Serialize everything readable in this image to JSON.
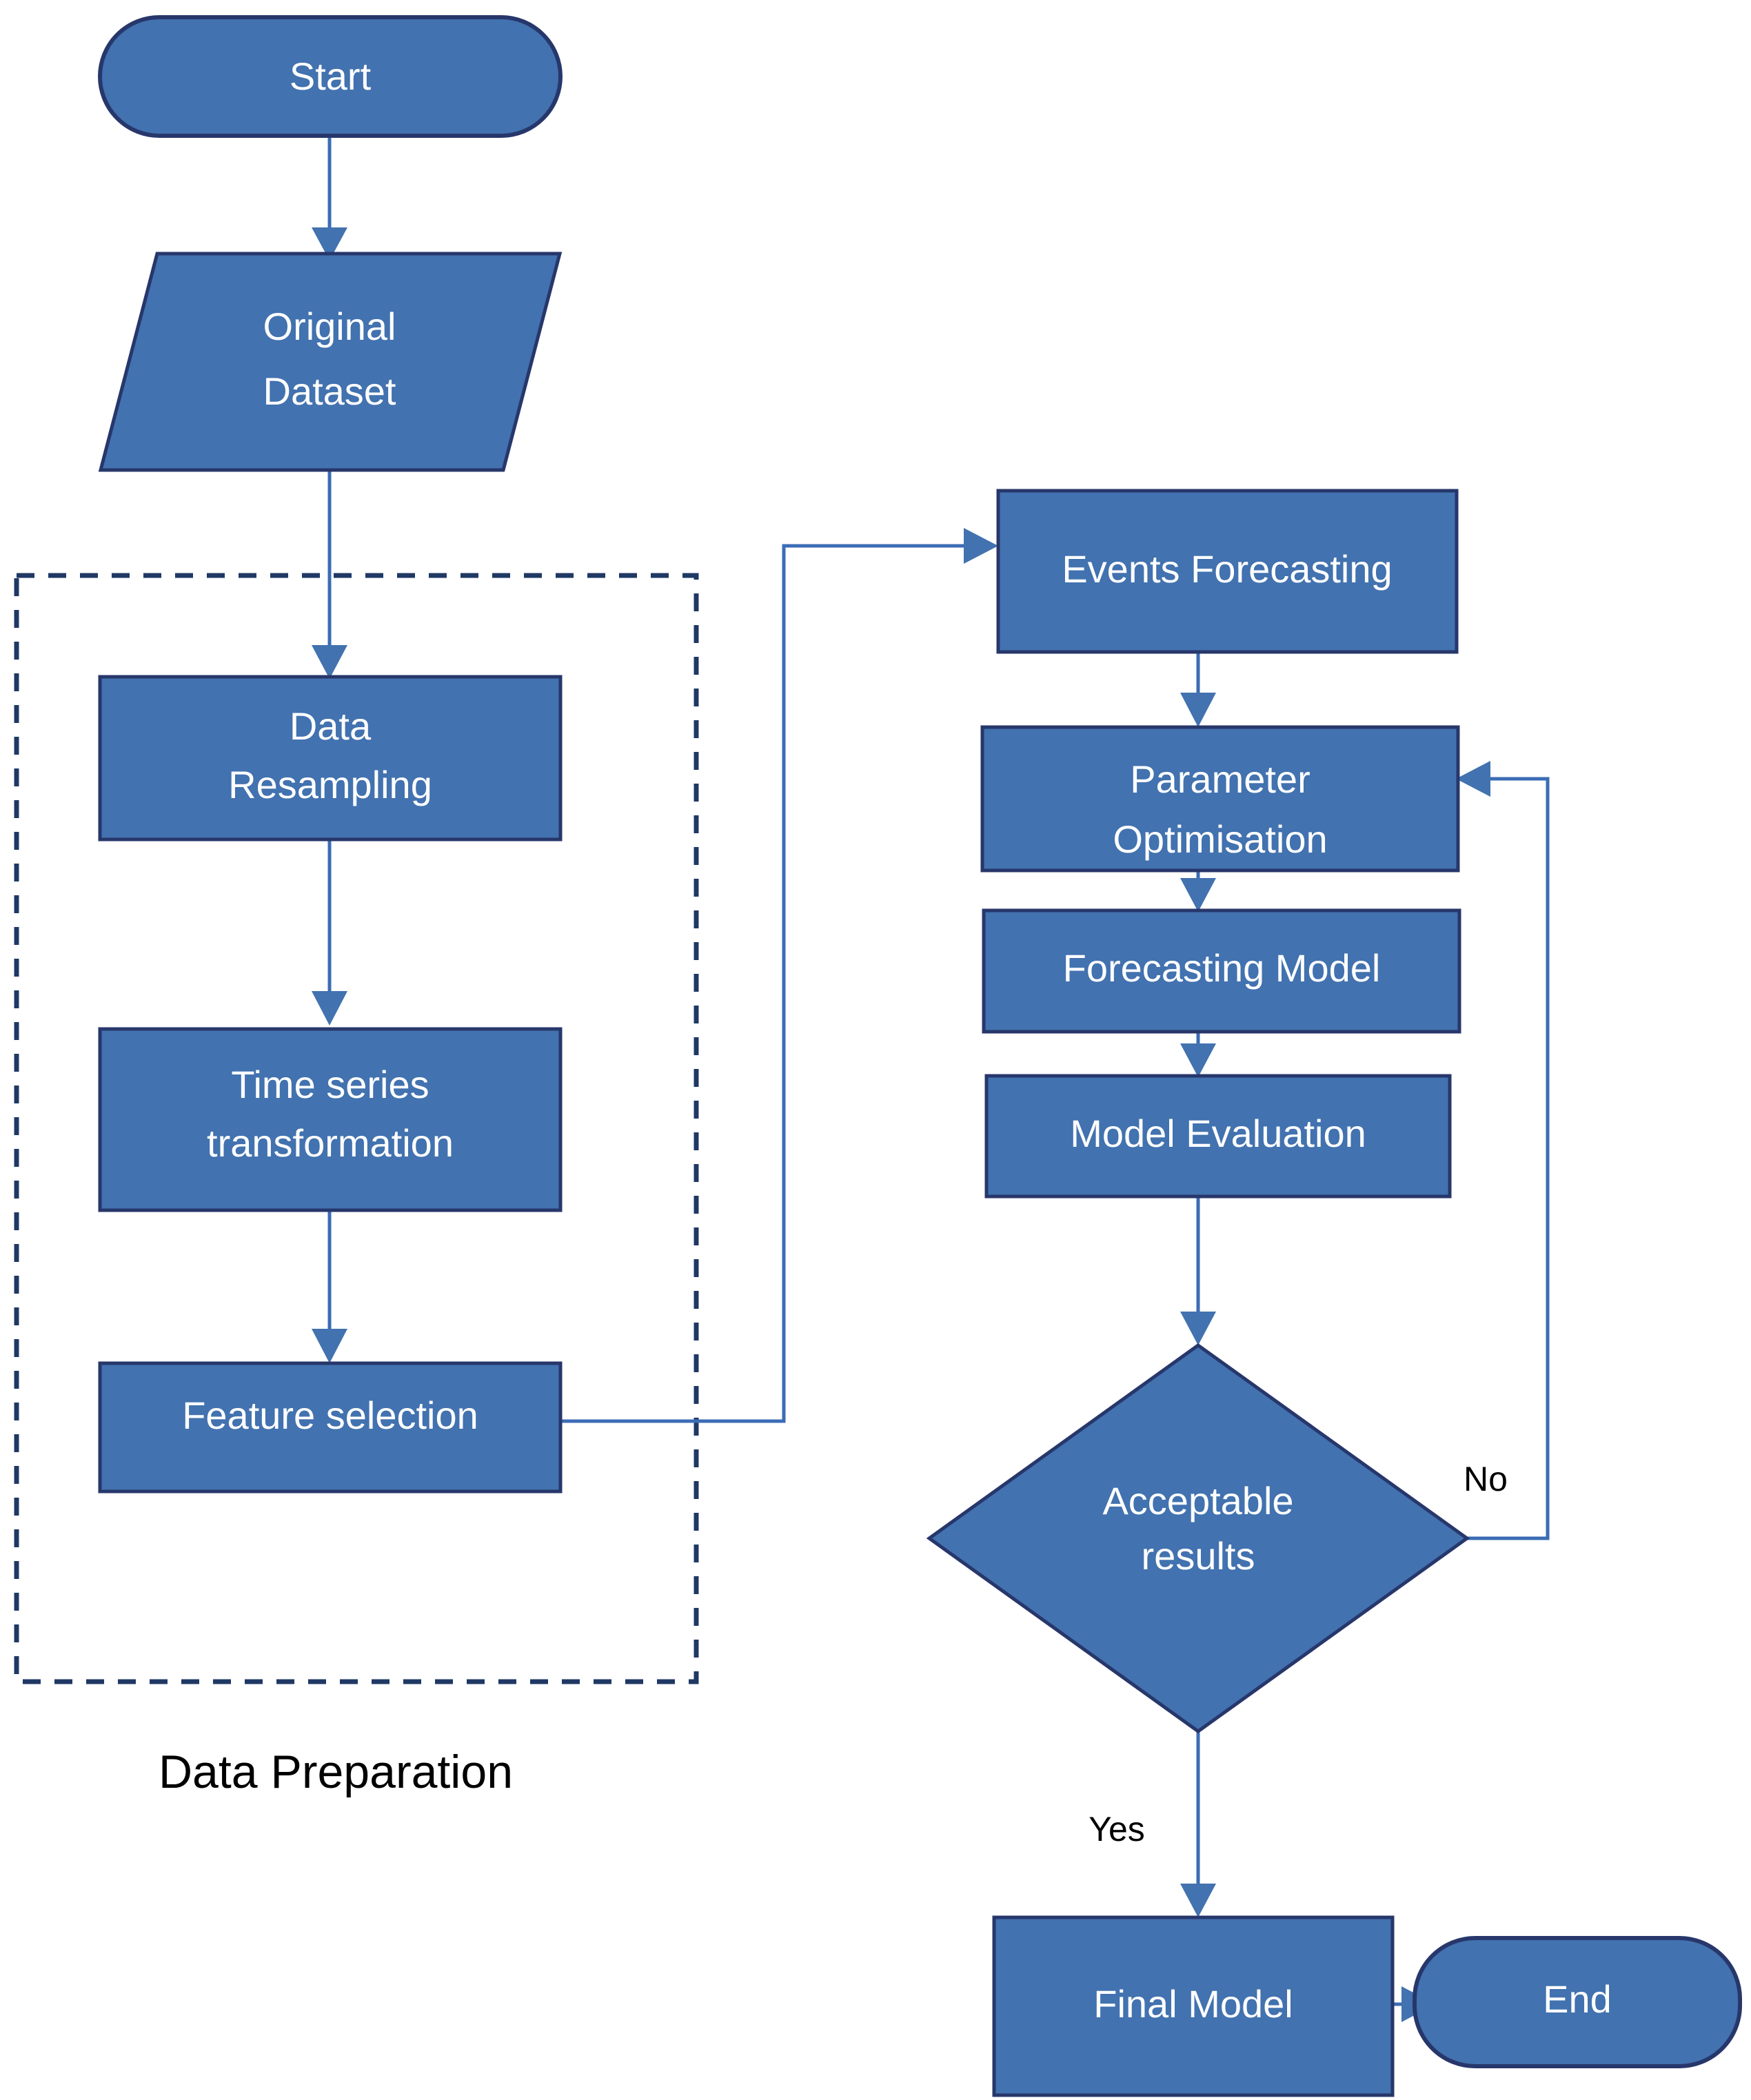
{
  "diagram": {
    "title_text": "",
    "colors": {
      "node_fill": "#4272AF",
      "node_stroke": "#27376B",
      "connector": "#3B6CB5",
      "group_stroke": "#1F3864",
      "node_text": "#FFFFFF",
      "edge_text": "#000000",
      "background": "#FFFFFF"
    },
    "nodes": {
      "start": {
        "label": "Start",
        "shape": "terminator"
      },
      "original_dataset": {
        "label_line1": "Original",
        "label_line2": "Dataset",
        "shape": "parallelogram"
      },
      "data_resampling": {
        "label_line1": "Data",
        "label_line2": "Resampling",
        "shape": "process"
      },
      "time_series_transformation": {
        "label_line1": "Time series",
        "label_line2": "transformation",
        "shape": "process"
      },
      "feature_selection": {
        "label": "Feature selection",
        "shape": "process"
      },
      "events_forecasting": {
        "label": "Events Forecasting",
        "shape": "process"
      },
      "parameter_optimisation": {
        "label_line1": "Parameter",
        "label_line2": "Optimisation",
        "shape": "process"
      },
      "forecasting_model": {
        "label": "Forecasting Model",
        "shape": "process"
      },
      "model_evaluation": {
        "label": "Model Evaluation",
        "shape": "process"
      },
      "acceptable_results": {
        "label_line1": "Acceptable",
        "label_line2": "results",
        "shape": "decision"
      },
      "final_model": {
        "label": "Final Model",
        "shape": "process"
      },
      "end": {
        "label": "End",
        "shape": "terminator"
      }
    },
    "groups": {
      "data_preparation": {
        "label": "Data Preparation",
        "style": "dashed"
      }
    },
    "edge_labels": {
      "no": "No",
      "yes": "Yes"
    }
  }
}
